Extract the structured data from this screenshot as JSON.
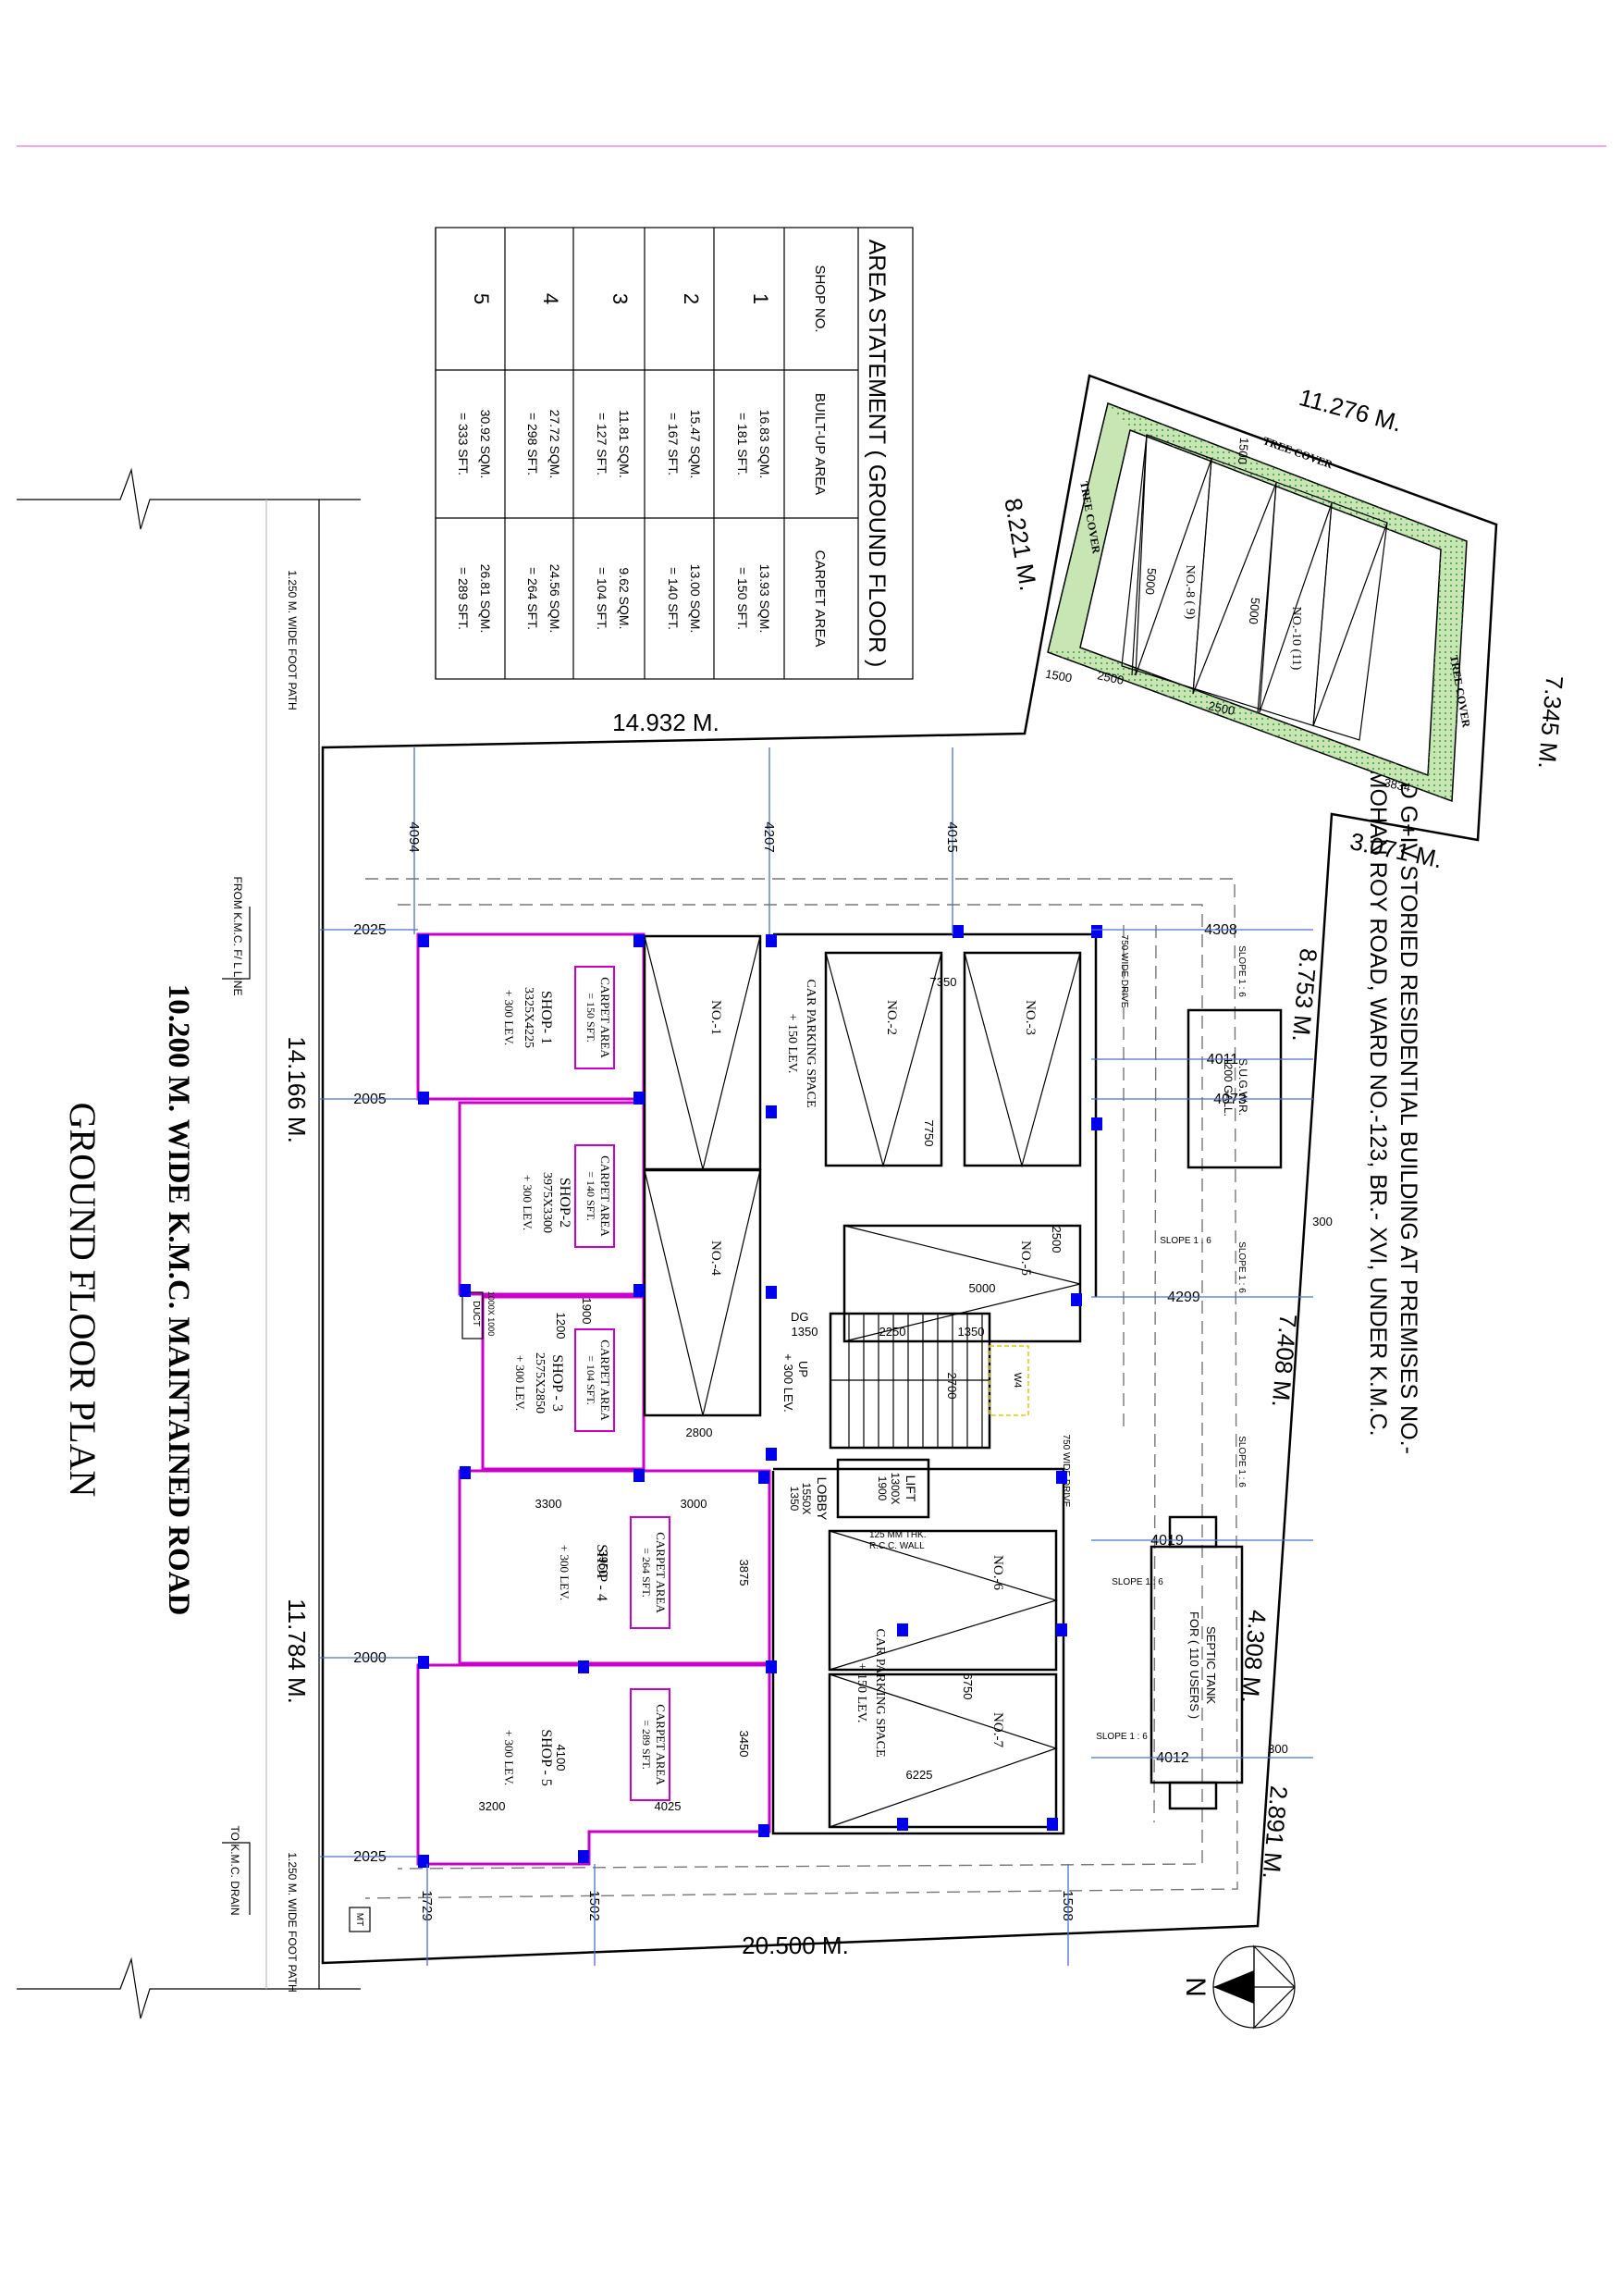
{
  "area_statement": {
    "title": "AREA  STATEMENT ( GROUND FLOOR )",
    "headers": [
      "SHOP NO.",
      "BUILT-UP AREA",
      "CARPET AREA"
    ],
    "rows": [
      {
        "no": "1",
        "built_sqm": "16.83 SQM.",
        "built_sft": "= 181 SFT.",
        "carpet_sqm": "13.93 SQM.",
        "carpet_sft": "= 150 SFT."
      },
      {
        "no": "2",
        "built_sqm": "15.47 SQM.",
        "built_sft": "= 167 SFT.",
        "carpet_sqm": "13.00 SQM.",
        "carpet_sft": "= 140 SFT."
      },
      {
        "no": "3",
        "built_sqm": "11.81 SQM.",
        "built_sft": "= 127 SFT.",
        "carpet_sqm": "9.62 SQM.",
        "carpet_sft": "= 104 SFT."
      },
      {
        "no": "4",
        "built_sqm": "27.72 SQM.",
        "built_sft": "= 298 SFT.",
        "carpet_sqm": "24.56 SQM.",
        "carpet_sft": "= 264 SFT."
      },
      {
        "no": "5",
        "built_sqm": "30.92 SQM.",
        "built_sft": "= 333 SFT.",
        "carpet_sqm": "26.81 SQM.",
        "carpet_sft": "= 289 SFT."
      }
    ]
  },
  "titles": {
    "plan_line1": "PLAN OF PROPOSED G+IV STORIED RESIDENTIAL  BUILDING AT  PREMISES NO.-",
    "plan_line2": "192A, RAJA RAM MOHAN ROY ROAD, WARD NO.-123, BR.- XVI, UNDER K.M.C.",
    "road": "10.200 M. WIDE K.M.C. MAINTAINED ROAD",
    "floor": "GROUND FLOOR PLAN",
    "north": "N"
  },
  "boundary": {
    "top": "14.932 M.",
    "bottom": "20.500 M.",
    "left_upper": "14.166 M.",
    "left_lower": "11.784 M.",
    "right_1": "8.753 M.",
    "right_2": "7.408 M.",
    "right_3": "4.308 M.",
    "right_4": "2.891 M.",
    "ext_top": "11.276 M.",
    "ext_left": "8.221 M.",
    "ext_right": "7.345 M.",
    "ext_bottom": "3.071 M."
  },
  "footpath": {
    "label": "1.250  M.  WIDE  FOOT  PATH",
    "from_kmc": "FROM K.M.C. F/ L LINE",
    "to_kmc": "TO K.M.C. DRAIN",
    "mt": "MT"
  },
  "shops": [
    {
      "name": "SHOP- 1",
      "size": "3325X4225",
      "lev": "+ 300 LEV.",
      "carpet_title": "CARPET AREA",
      "carpet_value": "= 150 SFT."
    },
    {
      "name": "SHOP-2",
      "size": "3975X3300",
      "lev": "+ 300 LEV.",
      "carpet_title": "CARPET AREA",
      "carpet_value": "= 140 SFT."
    },
    {
      "name": "SHOP - 3",
      "size": "2575X2850",
      "lev": "+ 300 LEV.",
      "carpet_title": "CARPET AREA",
      "carpet_value": "= 104 SFT."
    },
    {
      "name": "SHOP - 4",
      "size": "",
      "lev": "+ 300 LEV.",
      "carpet_title": "CARPET AREA",
      "carpet_value": "= 264 SFT."
    },
    {
      "name": "SHOP - 5",
      "size": "",
      "lev": "+ 300 LEV.",
      "carpet_title": "CARPET AREA",
      "carpet_value": "= 289 SFT."
    }
  ],
  "parking": {
    "space_label": "CAR PARKING SPACE",
    "space_lev": "+ 150 LEV.",
    "bays": [
      "NO.-1",
      "NO.-2",
      "NO.-3",
      "NO.-4",
      "NO.-5",
      "NO.-6",
      "NO.-7"
    ],
    "ext_bays": [
      "NO.-8 ( 9)",
      "NO.-10 (11)"
    ],
    "tree_cover": "TREE COVER"
  },
  "services": {
    "ugwr_1": "S.U.G.W.R.",
    "ugwr_2": "1200 GALL.",
    "septic_1": "SEPTIC TANK",
    "septic_2": "FOR ( 110 USERS )",
    "lift": "LIFT",
    "lift_size_1": "1300X",
    "lift_size_2": "1900",
    "lobby": "LOBBY",
    "lobby_size_1": "1550X",
    "lobby_size_2": "1350",
    "dg": "DG",
    "up": "UP",
    "up_lev": "+ 300 LEV.",
    "duct": "DUCT",
    "duct_size": "1000X 1000",
    "w4": "W4",
    "rcc_wall_1": "125 MM THK.",
    "rcc_wall_2": "R.C.C. WALL",
    "slope": "SLOPE 1 : 6",
    "drive": "750 WIDE DRIVE"
  },
  "dimensions": {
    "left": [
      "2025",
      "2005",
      "2000",
      "2025"
    ],
    "top": [
      "4094",
      "4207",
      "4015"
    ],
    "right": [
      "4308",
      "4011",
      "4073",
      "4299",
      "4019",
      "4012"
    ],
    "bottom": [
      "1729",
      "1502",
      "1508"
    ],
    "right_small": [
      "300",
      "300"
    ],
    "internal": [
      "7350",
      "7750",
      "2500",
      "5000",
      "1350",
      "2250",
      "1350",
      "2700",
      "2800",
      "1900",
      "1200",
      "3300",
      "3000",
      "3950",
      "3875",
      "6750",
      "6225",
      "4100",
      "3450",
      "3200",
      "4025",
      "5000",
      "5000",
      "2500",
      "2500",
      "1500",
      "3834",
      "1500"
    ]
  }
}
